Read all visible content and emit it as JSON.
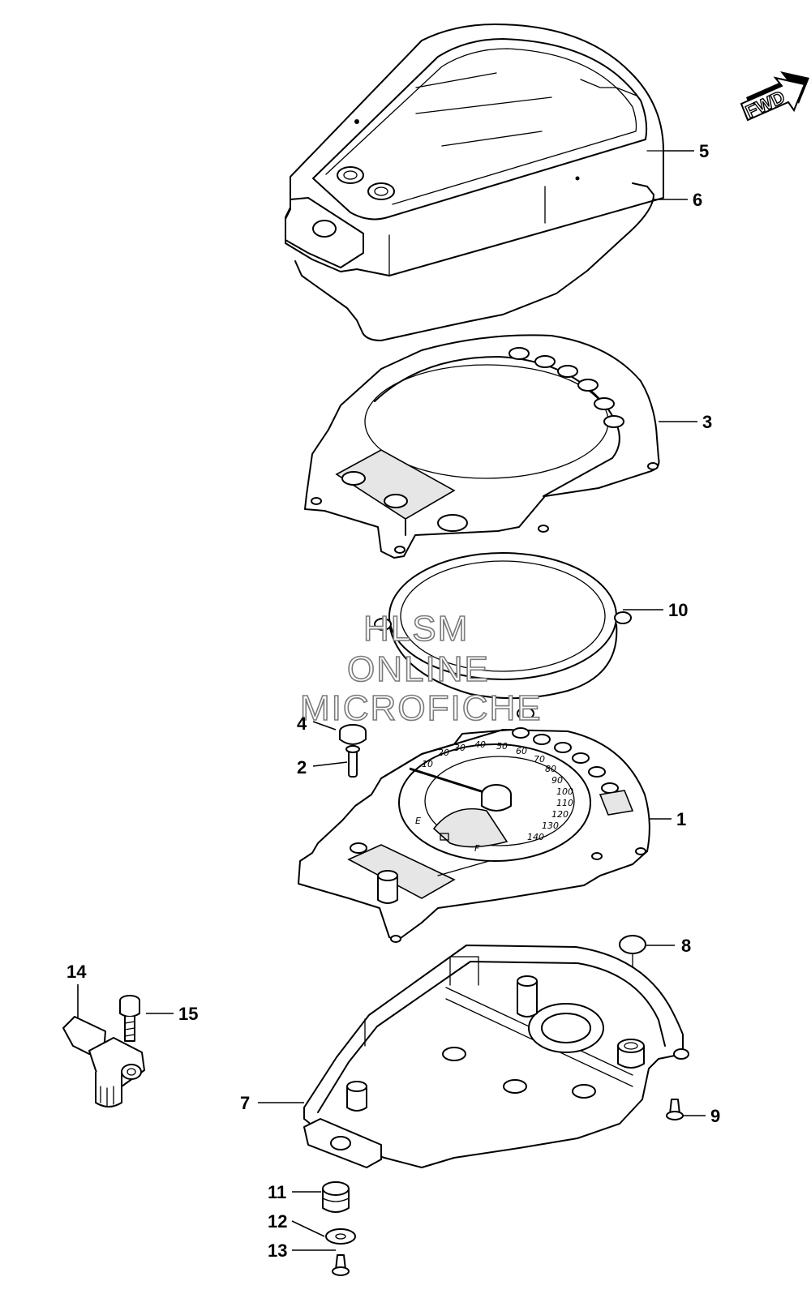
{
  "direction_badge": "FWD",
  "watermark": [
    "HLSM",
    "ONLINE",
    "MICROFICHE"
  ],
  "callouts": [
    "1",
    "2",
    "3",
    "4",
    "5",
    "6",
    "7",
    "8",
    "9",
    "10",
    "11",
    "12",
    "13",
    "14",
    "15"
  ],
  "dial_numbers": [
    "10",
    "20",
    "30",
    "40",
    "50",
    "60",
    "70",
    "80",
    "90",
    "100",
    "110",
    "120",
    "130",
    "140"
  ],
  "dial_letters": [
    "E",
    "F"
  ]
}
